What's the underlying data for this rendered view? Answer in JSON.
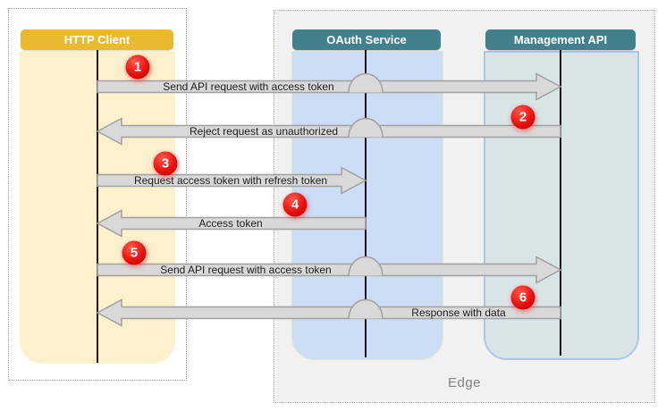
{
  "diagram": {
    "type": "sequence",
    "zone_label": "Edge",
    "actors": [
      {
        "id": "http-client",
        "label": "HTTP Client"
      },
      {
        "id": "oauth-service",
        "label": "OAuth Service"
      },
      {
        "id": "management-api",
        "label": "Management API"
      }
    ],
    "messages": [
      {
        "num": "1",
        "label": "Send API request with access token",
        "from": "http-client",
        "to": "management-api"
      },
      {
        "num": "2",
        "label": "Reject request as unauthorized",
        "from": "management-api",
        "to": "http-client"
      },
      {
        "num": "3",
        "label": "Request access token with refresh token",
        "from": "http-client",
        "to": "oauth-service"
      },
      {
        "num": "4",
        "label": "Access token",
        "from": "oauth-service",
        "to": "http-client"
      },
      {
        "num": "5",
        "label": "Send API request with access token",
        "from": "http-client",
        "to": "management-api"
      },
      {
        "num": "6",
        "label": "Response with data",
        "from": "management-api",
        "to": "http-client"
      }
    ],
    "colors": {
      "client_header": "#eab92d",
      "service_header": "#41808c",
      "client_lane": "#fdf0cc",
      "oauth_lane": "#cdddf6",
      "api_lane": "#d9e4e6",
      "arrow_fill": "#d9d9d9",
      "arrow_stroke": "#a0a0a0",
      "badge_red": "#ea1010",
      "zone_label_color": "#828282"
    }
  }
}
